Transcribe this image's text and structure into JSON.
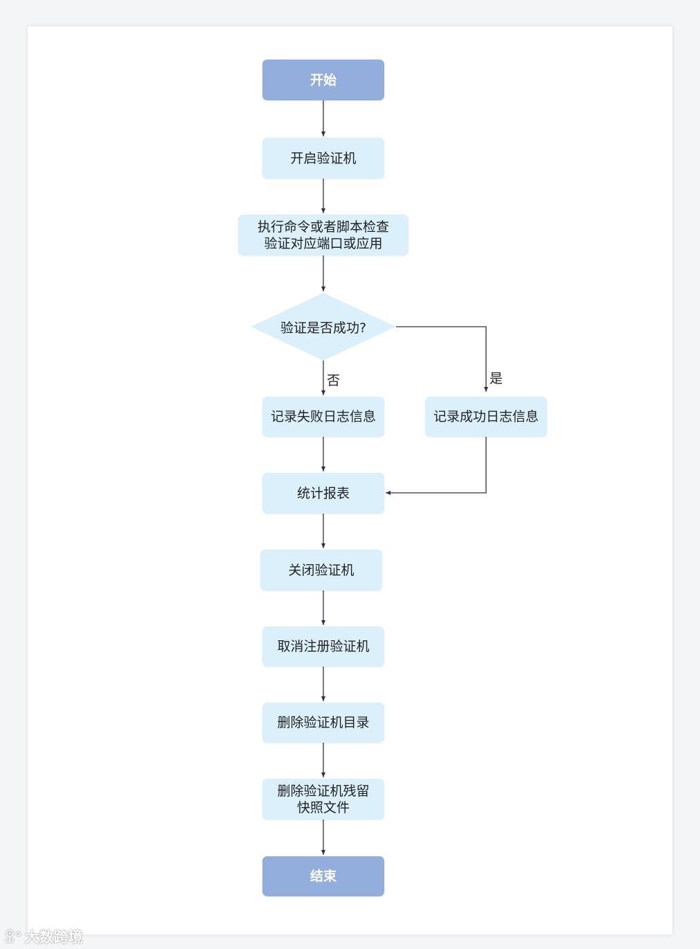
{
  "nodes": {
    "start": "开始",
    "open_vm": "开启验证机",
    "run_check": "执行命令或者脚本检查\n验证对应端口或应用",
    "decision": "验证是否成功?",
    "log_fail": "记录失败日志信息",
    "log_success": "记录成功日志信息",
    "report": "统计报表",
    "close_vm": "关闭验证机",
    "unregister_vm": "取消注册验证机",
    "delete_dir": "删除验证机目录",
    "delete_snapshot": "删除验证机残留\n快照文件",
    "end": "结束"
  },
  "edge_labels": {
    "no": "否",
    "yes": "是"
  },
  "colors": {
    "terminal_fill": "#93aedc",
    "process_fill": "#dcf0fb",
    "edge": "#2d2d55"
  },
  "watermark": {
    "logo_icon": "ꀾ°",
    "text": "大数跨境"
  }
}
